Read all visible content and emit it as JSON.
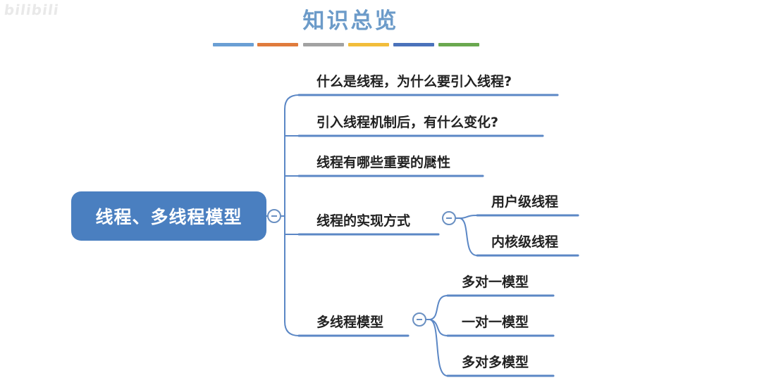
{
  "watermark": "bilibili",
  "title": "知识总览",
  "color_bars": [
    "#6a9fd4",
    "#e07b3c",
    "#a2a2a2",
    "#f2bd3a",
    "#4a72bb",
    "#6aa84f"
  ],
  "root": {
    "label": "线程、多线程模型"
  },
  "branches": [
    {
      "label": "什么是线程，为什么要引入线程?"
    },
    {
      "label": "引入线程机制后，有什么变化?"
    },
    {
      "label": "线程有哪些重要的属性"
    },
    {
      "label": "线程的实现方式",
      "children": [
        {
          "label": "用户级线程"
        },
        {
          "label": "内核级线程"
        }
      ]
    },
    {
      "label": "多线程模型",
      "children": [
        {
          "label": "多对一模型"
        },
        {
          "label": "一对一模型"
        },
        {
          "label": "多对多模型"
        }
      ]
    }
  ],
  "line_color": "#5b87c5"
}
